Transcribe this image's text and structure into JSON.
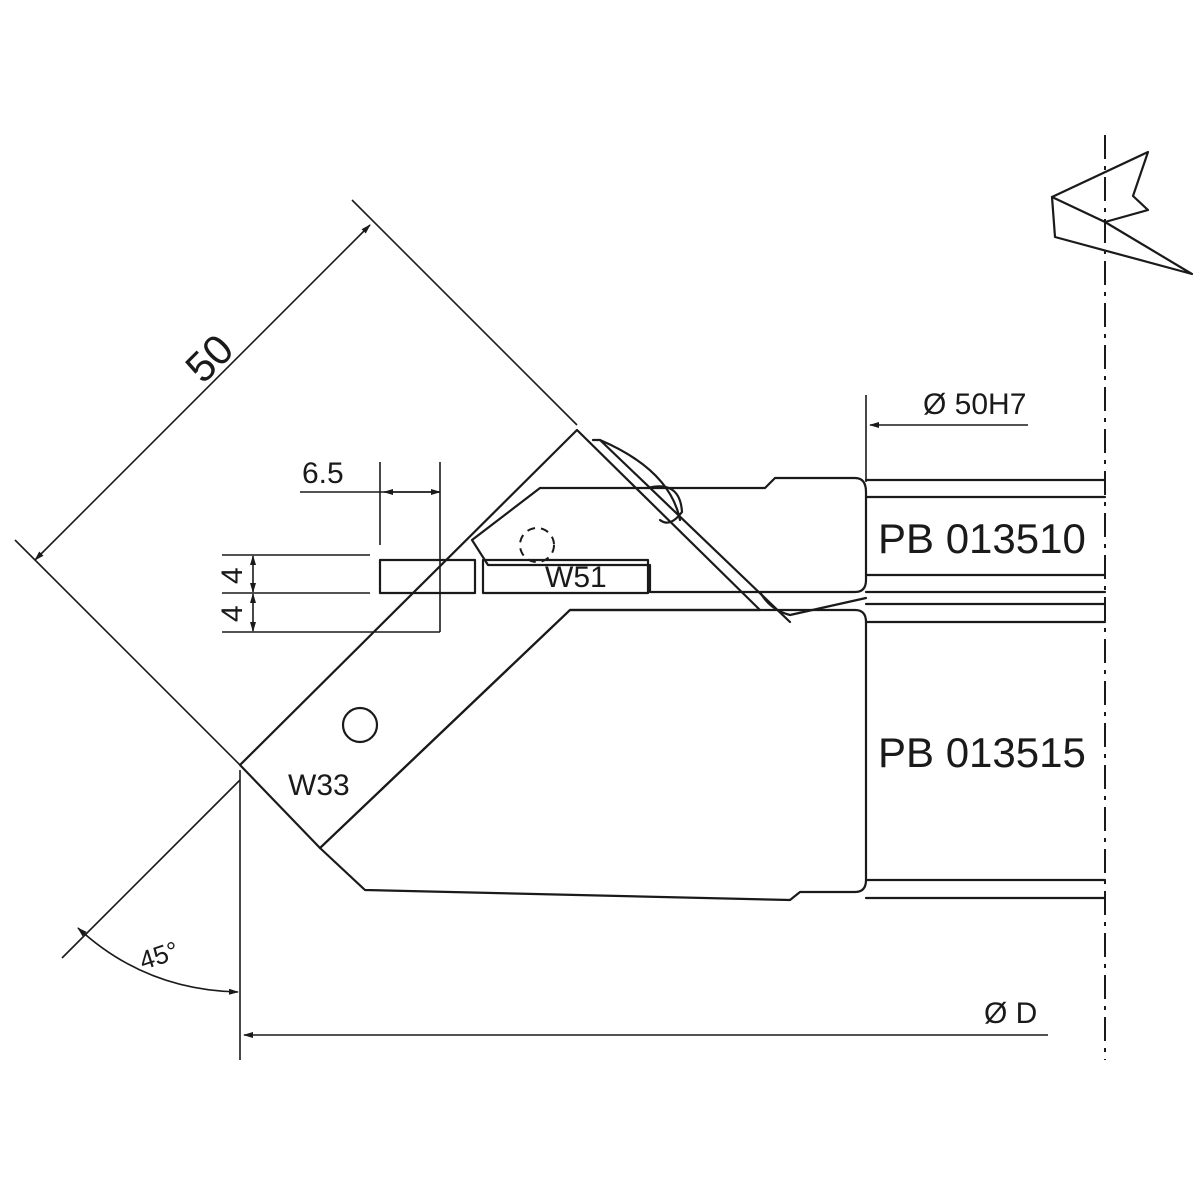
{
  "colors": {
    "body_fill": "#c8c8c8",
    "knife_fill": "#e0e0e0",
    "ink": "#1a1a1a"
  },
  "dimensions": {
    "length": "50",
    "knife_width": "6.5",
    "spacer_upper": "4",
    "spacer_lower": "4",
    "angle": "45°",
    "bore": "Ø 50H7",
    "diameter": "Ø D"
  },
  "labels": {
    "knife_upper": "W51",
    "knife_lower": "W33",
    "part_upper": "PB 013510",
    "part_lower": "PB 013515"
  },
  "icons": {
    "rotation": "rotation-direction-arrow-icon"
  }
}
